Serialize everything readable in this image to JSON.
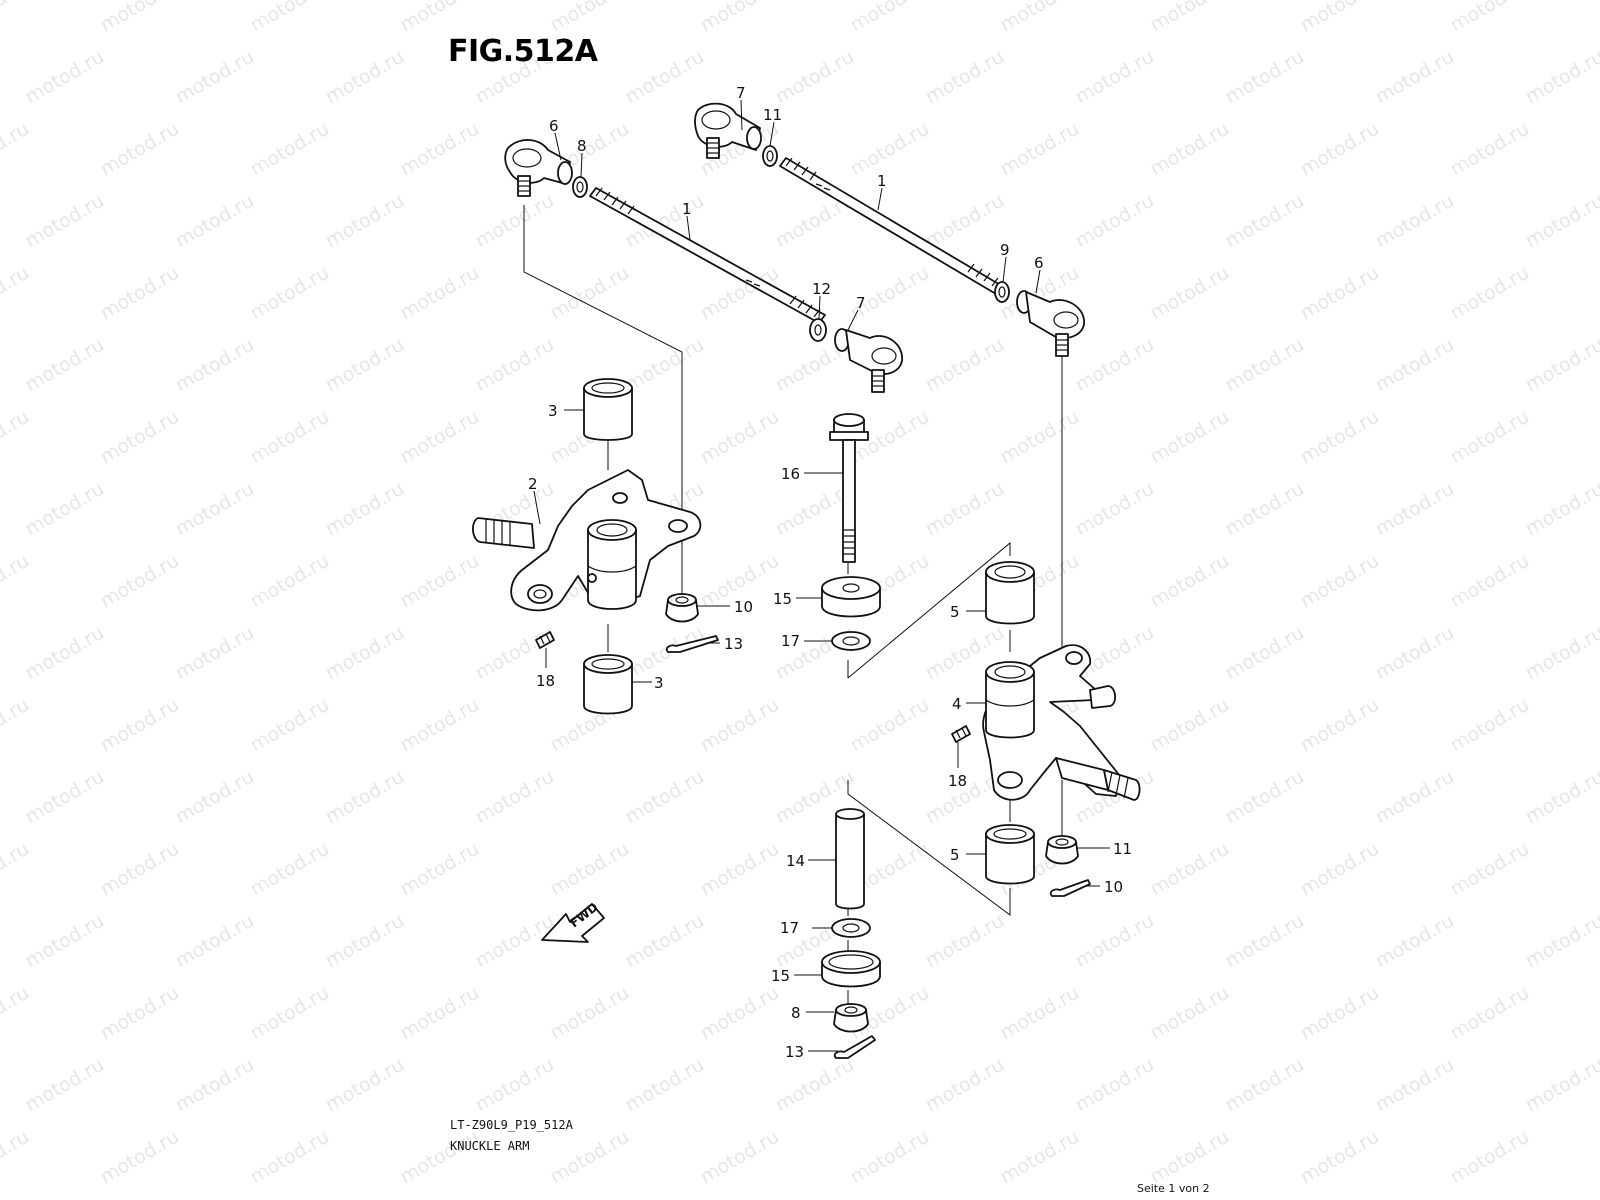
{
  "figure": {
    "title": "FIG.512A",
    "code": "LT-Z90L9_P19_512A",
    "name": "KNUCKLE ARM",
    "page": "Seite 1 von 2",
    "watermark": "motod.ru",
    "fwd_label": "FWD"
  },
  "callouts": [
    {
      "id": "c1a",
      "text": "1"
    },
    {
      "id": "c1b",
      "text": "1"
    },
    {
      "id": "c2",
      "text": "2"
    },
    {
      "id": "c3a",
      "text": "3"
    },
    {
      "id": "c3b",
      "text": "3"
    },
    {
      "id": "c4",
      "text": "4"
    },
    {
      "id": "c5a",
      "text": "5"
    },
    {
      "id": "c5b",
      "text": "5"
    },
    {
      "id": "c6a",
      "text": "6"
    },
    {
      "id": "c6b",
      "text": "6"
    },
    {
      "id": "c7a",
      "text": "7"
    },
    {
      "id": "c7b",
      "text": "7"
    },
    {
      "id": "c8a",
      "text": "8"
    },
    {
      "id": "c8b",
      "text": "8"
    },
    {
      "id": "c9",
      "text": "9"
    },
    {
      "id": "c10a",
      "text": "10"
    },
    {
      "id": "c10b",
      "text": "10"
    },
    {
      "id": "c11a",
      "text": "11"
    },
    {
      "id": "c11b",
      "text": "11"
    },
    {
      "id": "c12",
      "text": "12"
    },
    {
      "id": "c13a",
      "text": "13"
    },
    {
      "id": "c13b",
      "text": "13"
    },
    {
      "id": "c14",
      "text": "14"
    },
    {
      "id": "c15a",
      "text": "15"
    },
    {
      "id": "c15b",
      "text": "15"
    },
    {
      "id": "c16",
      "text": "16"
    },
    {
      "id": "c17a",
      "text": "17"
    },
    {
      "id": "c17b",
      "text": "17"
    },
    {
      "id": "c18a",
      "text": "18"
    },
    {
      "id": "c18b",
      "text": "18"
    }
  ]
}
